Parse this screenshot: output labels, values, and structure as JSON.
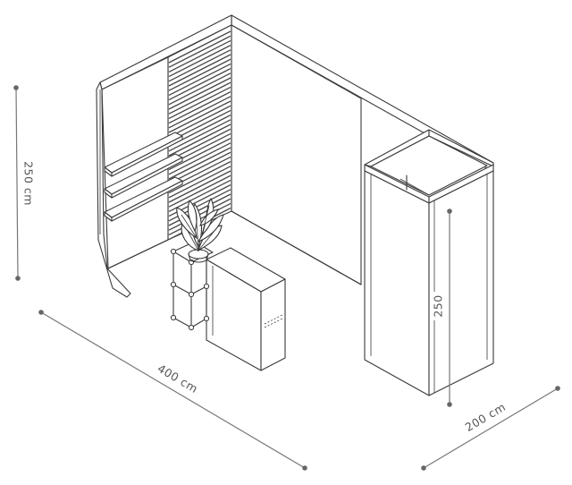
{
  "dimensions": {
    "height": "250 cm",
    "width": "400 cm",
    "depth": "200 cm",
    "tower_height": "250"
  },
  "colors": {
    "line": "#3a3a3a",
    "dimension": "#777777",
    "label_bg": "#ffffff"
  }
}
